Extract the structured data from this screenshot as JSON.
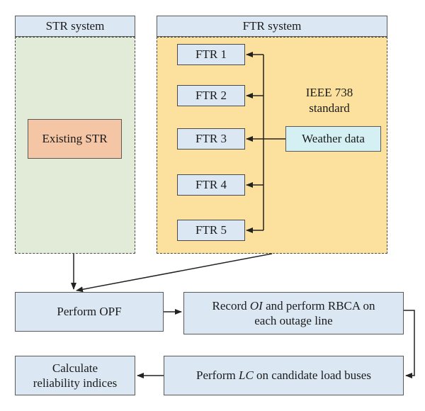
{
  "str": {
    "header": "STR system",
    "box": "Existing STR"
  },
  "ftr": {
    "header": "FTR system",
    "boxes": [
      "FTR 1",
      "FTR 2",
      "FTR 3",
      "FTR 4",
      "FTR 5"
    ],
    "standard_line1": "IEEE 738",
    "standard_line2": "standard",
    "weather": "Weather data"
  },
  "process": {
    "opf": "Perform OPF",
    "record_a": "Record ",
    "record_oi": "OI",
    "record_b": " and perform RBCA on",
    "record_line2": "each outage line",
    "lc_a": "Perform ",
    "lc_em": "LC",
    "lc_b": " on candidate load buses",
    "calc_line1": "Calculate",
    "calc_line2": "reliability indices"
  },
  "colors": {
    "header_fill": "#dbe8f4",
    "str_panel": "#e2ead8",
    "ftr_panel": "#fbe19d",
    "existing_str": "#f5c6a5",
    "weather_fill": "#d4f0f3",
    "process_fill": "#dbe8f4"
  }
}
